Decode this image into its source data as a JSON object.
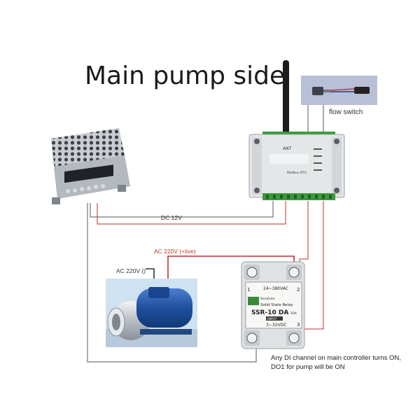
{
  "title": "Main pump side",
  "labels": {
    "flow_switch": "flow switch",
    "dc_line": "DC 12V",
    "ac_live": "AC 220V (+live)",
    "ac_neutral": "AC 220V ()"
  },
  "rtu": {
    "antenna": "ANT",
    "model": "Modbus RTU"
  },
  "ssr": {
    "ac_range": "24~380VAC",
    "brand": "Scrulisen",
    "title_line": "Solid State Relay",
    "model": "SSR-10 DA",
    "rating": "10A",
    "input_label": "INPUT",
    "dc_range": "3~32VDC",
    "terminal_1": "1",
    "terminal_2": "2",
    "terminal_3": "3"
  },
  "note": {
    "line1": "Any DI channel on main controller turns ON,",
    "line2": "DO1 for pump will be ON"
  },
  "colors": {
    "wire_red": "#b83232",
    "wire_gray": "#555555",
    "terminal_green": "#3a9a3a",
    "pump_blue": "#2456a8",
    "rtu_body": "#e4e6e8"
  }
}
